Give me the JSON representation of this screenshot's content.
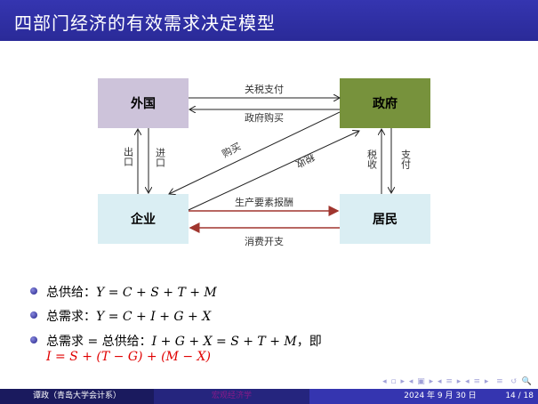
{
  "title": "四部门经济的有效需求决定模型",
  "diagram": {
    "nodes": {
      "foreign": "外国",
      "government": "政府",
      "firms": "企业",
      "households": "居民"
    },
    "flows": {
      "tariff": "关税支付",
      "gov_purchase": "政府购买",
      "export": "出口",
      "import": "进口",
      "buy": "购买",
      "tax_firm": "税收",
      "tax_house": "税收",
      "transfer": "支付",
      "factor_pay": "生产要素报酬",
      "consumption": "消费开支"
    },
    "colors": {
      "foreign": "#cdc3da",
      "government": "#77923c",
      "firms": "#daeef3",
      "households": "#daeef3",
      "red_arrow": "#a0352e"
    }
  },
  "bullets": [
    {
      "label": "总供给：",
      "formula": "Y = C + S + T + M"
    },
    {
      "label": "总需求：",
      "formula": "Y = C + I + G + X"
    },
    {
      "label": "总需求 = 总供给：",
      "formula": "I + G + X = S + T + M",
      "suffix": "，即",
      "formula2": "I = S + (T − G) + (M − X)"
    }
  ],
  "footer": {
    "author": "谭政（青岛大学会计系）",
    "course": "宏观经济学",
    "date": "2024 年 9 月 30 日",
    "page": "14 / 18"
  }
}
